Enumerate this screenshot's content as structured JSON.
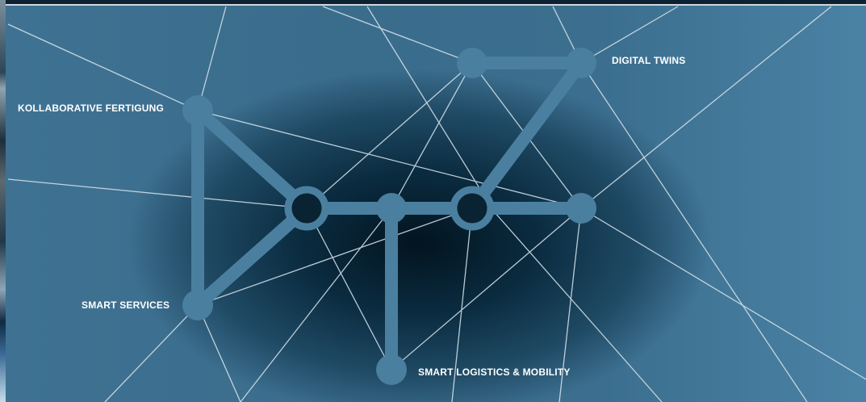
{
  "labels": {
    "kollaborative": "KOLLABORATIVE FERTIGUNG",
    "digital_twins": "DIGITAL TWINS",
    "smart_services": "SMART SERVICES",
    "smart_logistics": "SMART LOGISTICS & MOBILITY"
  },
  "colors": {
    "network": "#4a7f9f",
    "thin_lines": "#d9e6ee",
    "text": "#ffffff"
  }
}
